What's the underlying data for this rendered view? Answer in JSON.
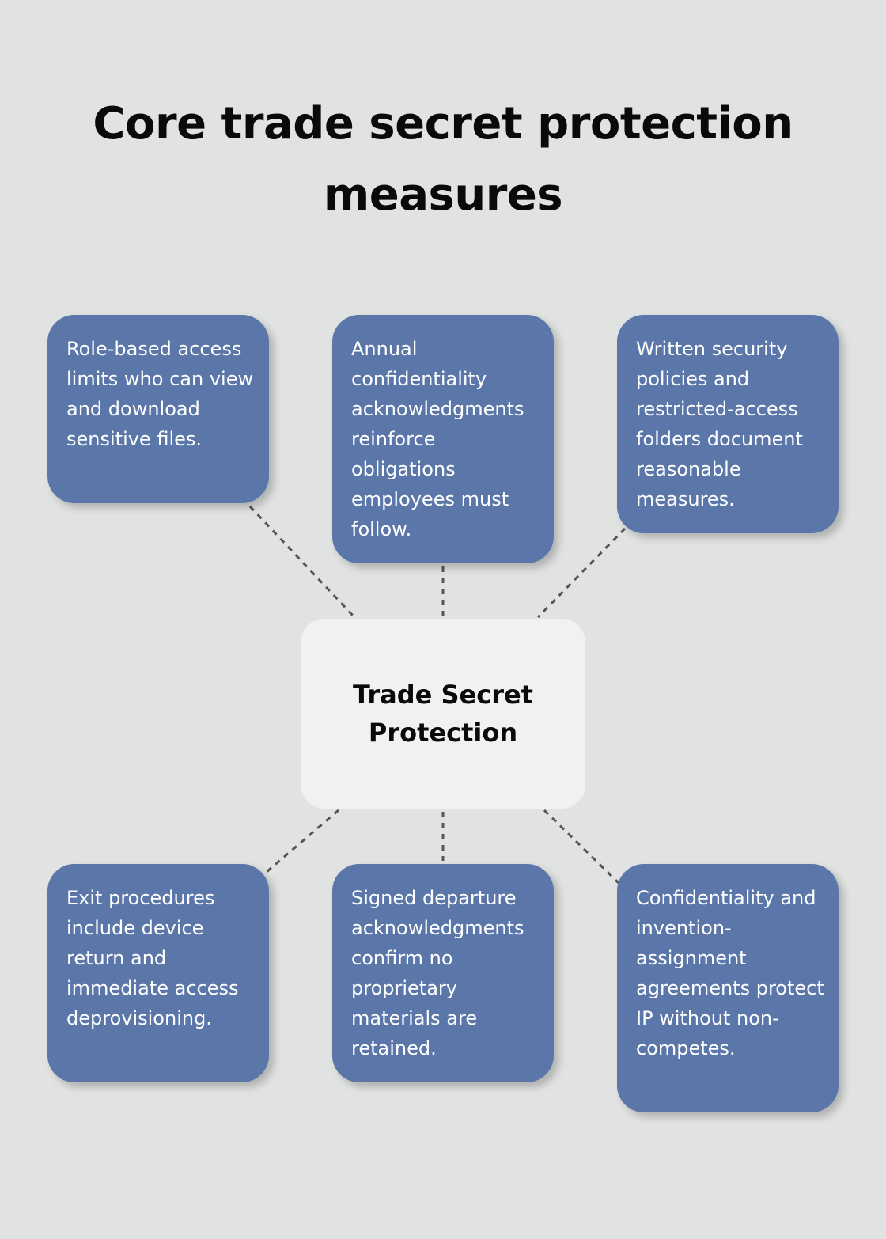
{
  "title": "Core trade secret protection measures",
  "center": {
    "label": "Trade Secret Protection"
  },
  "nodes": [
    {
      "text": "Role-based access limits who can view and download sensitive files."
    },
    {
      "text": "Annual confidentiality acknowledgments reinforce obligations employees must follow."
    },
    {
      "text": "Written security policies and restricted-access folders document reasonable measures."
    },
    {
      "text": "Exit procedures include device return and immediate access deprovisioning."
    },
    {
      "text": "Signed departure acknowledgments confirm no proprietary materials are retained."
    },
    {
      "text": "Confidentiality and invention-assignment agreements protect IP without non-competes."
    }
  ],
  "colors": {
    "background": "#e1e3e2",
    "node_fill": "#5b76a8",
    "center_fill": "#f0f1f3",
    "connector": "#555555"
  }
}
